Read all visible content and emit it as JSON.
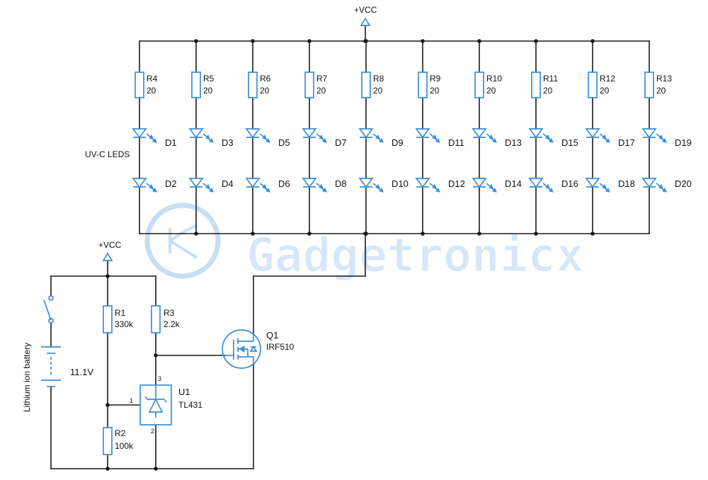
{
  "vcc_top": "+VCC",
  "vcc_left": "+VCC",
  "resistors": [
    {
      "ref": "R4",
      "val": "20"
    },
    {
      "ref": "R5",
      "val": "20"
    },
    {
      "ref": "R6",
      "val": "20"
    },
    {
      "ref": "R7",
      "val": "20"
    },
    {
      "ref": "R8",
      "val": "20"
    },
    {
      "ref": "R9",
      "val": "20"
    },
    {
      "ref": "R10",
      "val": "20"
    },
    {
      "ref": "R11",
      "val": "20"
    },
    {
      "ref": "R12",
      "val": "20"
    },
    {
      "ref": "R13",
      "val": "20"
    }
  ],
  "leds_top": [
    "D1",
    "D3",
    "D5",
    "D7",
    "D9",
    "D11",
    "D13",
    "D15",
    "D17",
    "D19"
  ],
  "leds_bottom": [
    "D2",
    "D4",
    "D6",
    "D8",
    "D10",
    "D12",
    "D14",
    "D16",
    "D18",
    "D20"
  ],
  "led_group_label": "UV-C LEDS",
  "battery_label": "Lithium ion battery",
  "battery_voltage": "11.1V",
  "r1": {
    "ref": "R1",
    "val": "330k"
  },
  "r2": {
    "ref": "R2",
    "val": "100k"
  },
  "r3": {
    "ref": "R3",
    "val": "2.2k"
  },
  "u1": {
    "ref": "U1",
    "part": "TL431",
    "pin1": "1",
    "pin2": "2",
    "pin3": "3"
  },
  "q1": {
    "ref": "Q1",
    "part": "IRF510"
  },
  "watermark": "Gadgetronicx",
  "colors": {
    "wire": "#1a1a1a",
    "component": "#3a8fd6",
    "watermark": "#c7dff5"
  }
}
